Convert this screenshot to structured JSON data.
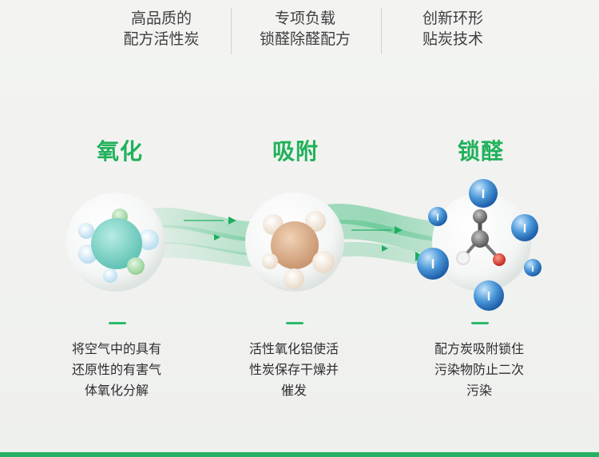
{
  "features": [
    {
      "line1": "高品质的",
      "line2": "配方活性炭"
    },
    {
      "line1": "专项负载",
      "line2": "锁醛除醛配方"
    },
    {
      "line1": "创新环形",
      "line2": "贴炭技术"
    }
  ],
  "steps": [
    {
      "title": "氧化",
      "desc1": "将空气中的具有",
      "desc2": "还原性的有害气",
      "desc3": "体氧化分解"
    },
    {
      "title": "吸附",
      "desc1": "活性氧化铝使活",
      "desc2": "性炭保存干燥并",
      "desc3": "催发"
    },
    {
      "title": "锁醛",
      "desc1": "配方炭吸附锁住",
      "desc2": "污染物防止二次",
      "desc3": "污染"
    }
  ],
  "molecule_labels": {
    "i": "I"
  },
  "colors": {
    "accent": "#21b15b",
    "text": "#2d2d2d",
    "feature_text": "#3e3e3e",
    "bubble_blue": "#3a7fc8"
  }
}
